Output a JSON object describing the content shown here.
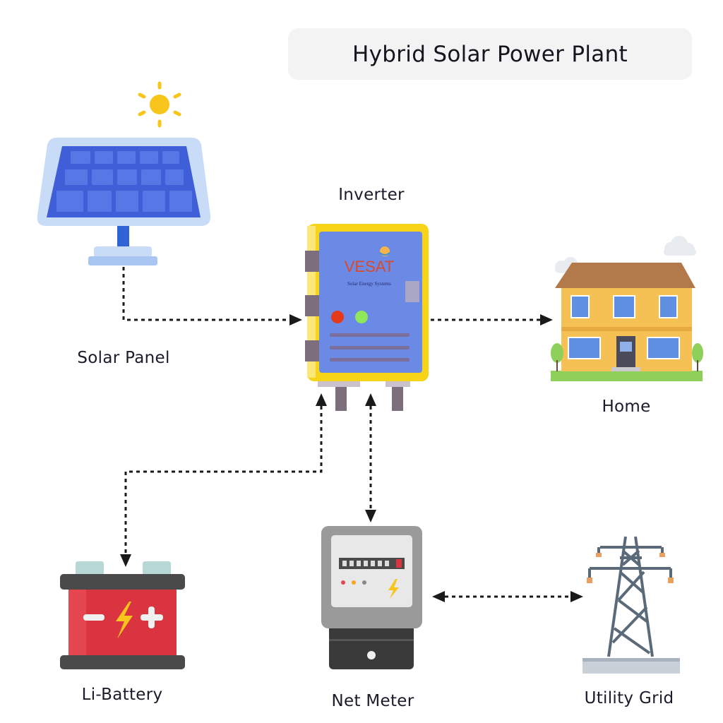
{
  "title": "Hybrid Solar Power Plant",
  "components": {
    "solar_panel": "Solar Panel",
    "inverter": "Inverter",
    "home": "Home",
    "battery": "Li-Battery",
    "net_meter": "Net Meter",
    "utility_grid": "Utility Grid"
  },
  "inverter_logo": {
    "brand": "VESAT",
    "tagline": "Solar Energy Systems"
  },
  "connections": [
    {
      "from": "Solar Panel",
      "to": "Inverter",
      "direction": "one-way"
    },
    {
      "from": "Inverter",
      "to": "Home",
      "direction": "one-way"
    },
    {
      "from": "Li-Battery",
      "to": "Inverter",
      "direction": "two-way"
    },
    {
      "from": "Inverter",
      "to": "Net Meter",
      "direction": "two-way"
    },
    {
      "from": "Net Meter",
      "to": "Utility Grid",
      "direction": "two-way"
    }
  ],
  "colors": {
    "inverter_frame": "#f7d417",
    "inverter_body": "#6a8ae6",
    "panel": "#3f5fd8",
    "battery": "#d9343f"
  }
}
